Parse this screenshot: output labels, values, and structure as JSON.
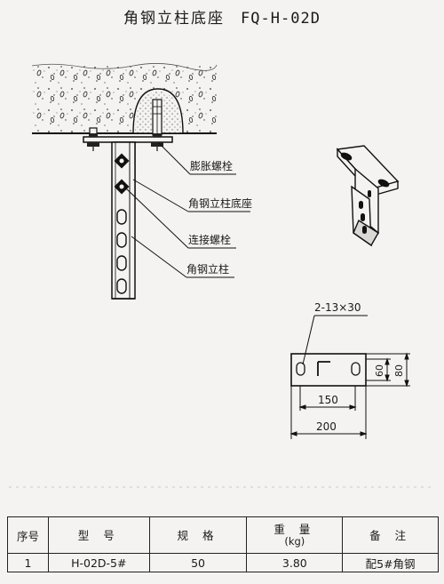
{
  "title": {
    "text": "角钢立柱底座",
    "code": "FQ-H-02D"
  },
  "callouts": {
    "expansion_bolt": "膨胀螺栓",
    "base": "角钢立柱底座",
    "connecting_bolt": "连接螺栓",
    "angle_column": "角钢立柱"
  },
  "dimensions": {
    "holes": "2-13×30",
    "hole_spacing": "150",
    "overall_width": "200",
    "inner_height": "60",
    "overall_height": "80"
  },
  "table": {
    "headers": {
      "index": "序号",
      "model": "型  号",
      "spec": "规  格",
      "weight": "重  量",
      "weight_unit": "(kg)",
      "remark": "备  注"
    },
    "rows": [
      {
        "index": "1",
        "model": "H-02D-5#",
        "spec": "50",
        "weight": "3.80",
        "remark": "配5#角钢"
      }
    ]
  }
}
